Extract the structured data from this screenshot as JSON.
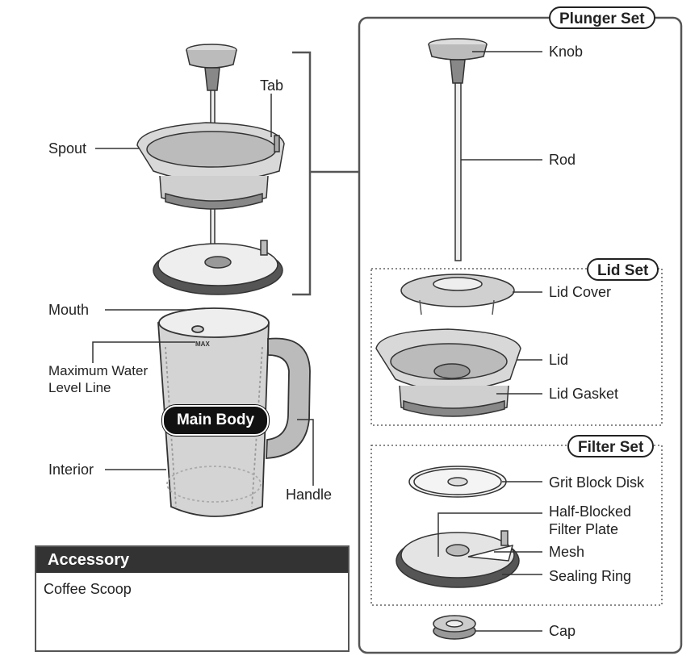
{
  "groups": {
    "plunger_set": "Plunger Set",
    "lid_set": "Lid Set",
    "filter_set": "Filter Set"
  },
  "main_body": "Main Body",
  "accessory": {
    "header": "Accessory",
    "item": "Coffee Scoop"
  },
  "labels_left": {
    "tab": "Tab",
    "spout": "Spout",
    "mouth": "Mouth",
    "max_line_1": "Maximum Water",
    "max_line_2": "Level Line",
    "interior": "Interior",
    "handle": "Handle",
    "max_mark": "MAX"
  },
  "labels_right": {
    "knob": "Knob",
    "rod": "Rod",
    "lid_cover": "Lid Cover",
    "lid": "Lid",
    "lid_gasket": "Lid Gasket",
    "grit_block_disk": "Grit Block Disk",
    "half_blocked_1": "Half-Blocked",
    "half_blocked_2": "Filter Plate",
    "mesh": "Mesh",
    "sealing_ring": "Sealing Ring",
    "cap": "Cap"
  }
}
